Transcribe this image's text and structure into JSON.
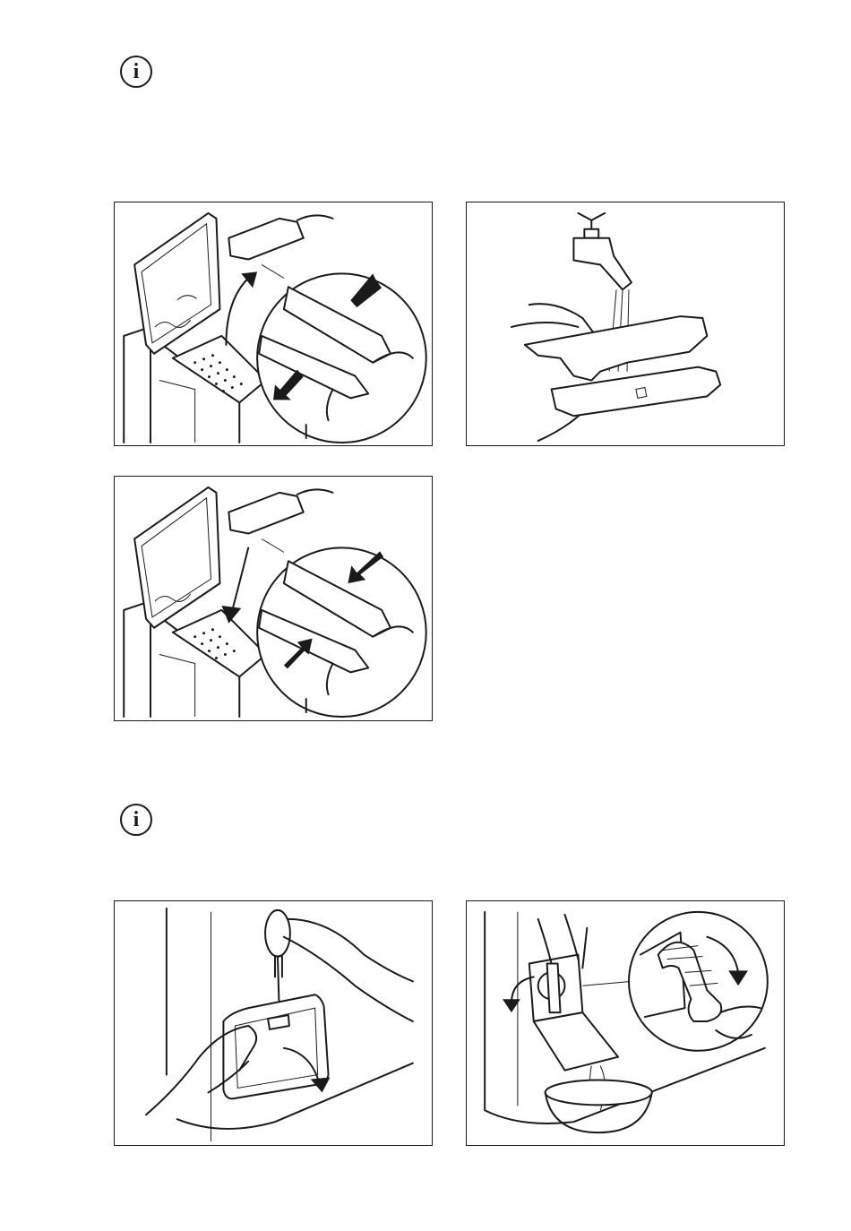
{
  "icons": {
    "info_glyph": "i",
    "info_icon_1": "info-icon",
    "info_icon_2": "info-icon"
  },
  "figures": [
    {
      "id": "remove-filter",
      "icon": "filter-removal-illustration"
    },
    {
      "id": "rinse-filter",
      "icon": "filter-rinse-illustration"
    },
    {
      "id": "refit-filter",
      "icon": "filter-refit-illustration"
    },
    {
      "id": "open-pump-flap",
      "icon": "pump-flap-illustration"
    },
    {
      "id": "unscrew-pump-filter",
      "icon": "pump-filter-illustration"
    }
  ]
}
